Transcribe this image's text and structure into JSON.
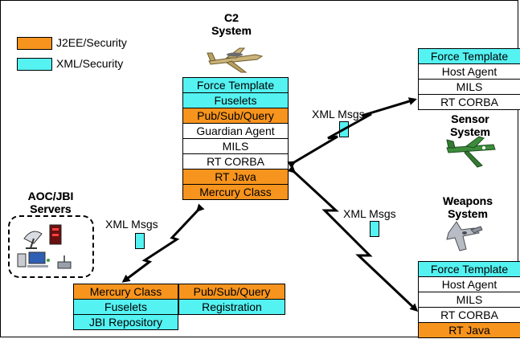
{
  "legend": [
    {
      "label": "J2EE/Security",
      "color": "#f7941d"
    },
    {
      "label": "XML/Security",
      "color": "#55f2f2"
    }
  ],
  "c2": {
    "title_line1": "C2",
    "title_line2": "System",
    "rows": [
      "Force Template",
      "Fuselets",
      "Pub/Sub/Query",
      "Guardian Agent",
      "MILS",
      "RT CORBA",
      "RT Java",
      "Mercury Class"
    ]
  },
  "sensor": {
    "title_line1": "Sensor",
    "title_line2": "System",
    "rows": [
      "Force Template",
      "Host Agent",
      "MILS",
      "RT CORBA"
    ]
  },
  "weapons": {
    "title_line1": "Weapons",
    "title_line2": "System",
    "rows": [
      "Force Template",
      "Host Agent",
      "MILS",
      "RT CORBA",
      "RT Java"
    ]
  },
  "aoc": {
    "title_line1": "AOC/JBI",
    "title_line2": "Servers"
  },
  "jbi_left": [
    "Mercury Class",
    "Fuselets",
    "JBI Repository"
  ],
  "jbi_right": [
    "Pub/Sub/Query",
    "Registration"
  ],
  "messages": {
    "c2_sensor": "XML Msgs",
    "c2_weapons": "XML Msgs",
    "c2_jbi": "XML Msgs"
  }
}
